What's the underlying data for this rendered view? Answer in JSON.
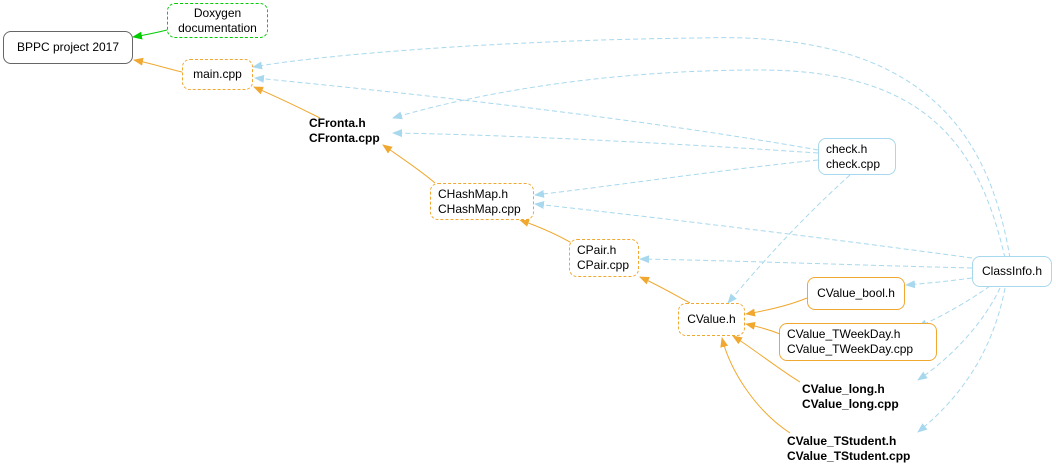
{
  "colors": {
    "include_edge": "#f0a830",
    "doc_edge": "#00cc00",
    "usage_edge": "#a8d8ee"
  },
  "nodes": {
    "bppc": {
      "label": "BPPC project 2017"
    },
    "doxygen": {
      "line1": "Doxygen",
      "line2": "documentation"
    },
    "main": {
      "label": "main.cpp"
    },
    "cfronta": {
      "line1": "CFronta.h",
      "line2": "CFronta.cpp"
    },
    "check": {
      "line1": "check.h",
      "line2": "check.cpp"
    },
    "chashmap": {
      "line1": "CHashMap.h",
      "line2": "CHashMap.cpp"
    },
    "cpair": {
      "line1": "CPair.h",
      "line2": "CPair.cpp"
    },
    "classinfo": {
      "label": "ClassInfo.h"
    },
    "cvalue_bool": {
      "label": "CValue_bool.h"
    },
    "cvalue": {
      "label": "CValue.h"
    },
    "cvalue_tweekday": {
      "line1": "CValue_TWeekDay.h",
      "line2": "CValue_TWeekDay.cpp"
    },
    "cvalue_long": {
      "line1": "CValue_long.h",
      "line2": "CValue_long.cpp"
    },
    "cvalue_tstudent": {
      "line1": "CValue_TStudent.h",
      "line2": "CValue_TStudent.cpp"
    }
  }
}
